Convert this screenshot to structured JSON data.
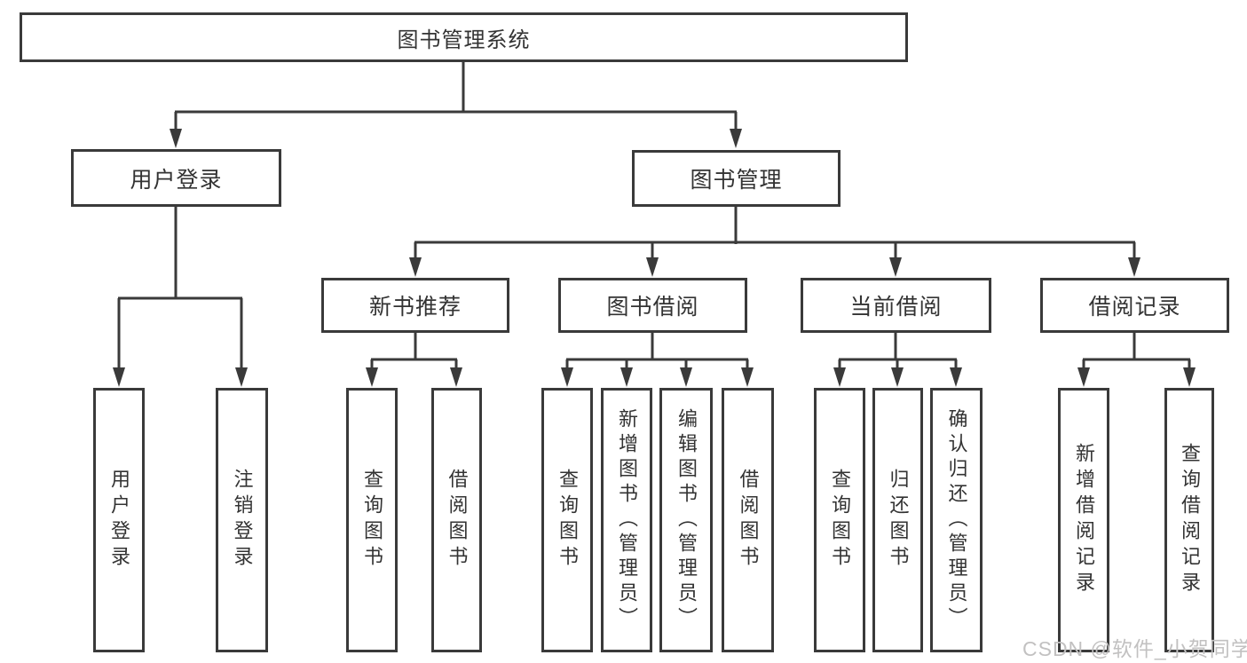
{
  "diagram": {
    "tree": {
      "label": "图书管理系统",
      "children": [
        {
          "label": "用户登录",
          "children": [
            {
              "label": "用户登录"
            },
            {
              "label": "注销登录"
            }
          ]
        },
        {
          "label": "图书管理",
          "children": [
            {
              "label": "新书推荐",
              "children": [
                {
                  "label": "查询图书"
                },
                {
                  "label": "借阅图书"
                }
              ]
            },
            {
              "label": "图书借阅",
              "children": [
                {
                  "label": "查询图书"
                },
                {
                  "label": "新增图书（管理员）"
                },
                {
                  "label": "编辑图书（管理员）"
                },
                {
                  "label": "借阅图书"
                }
              ]
            },
            {
              "label": "当前借阅",
              "children": [
                {
                  "label": "查询图书"
                },
                {
                  "label": "归还图书"
                },
                {
                  "label": "确认归还（管理员）"
                }
              ]
            },
            {
              "label": "借阅记录",
              "children": [
                {
                  "label": "新增借阅记录"
                },
                {
                  "label": "查询借阅记录"
                }
              ]
            }
          ]
        }
      ]
    },
    "watermark": "CSDN @软件_小贺同学",
    "colors": {
      "line": "#3a3a3a",
      "text": "#333333",
      "watermark": "#c2c1c1",
      "background": "#ffffff"
    }
  }
}
